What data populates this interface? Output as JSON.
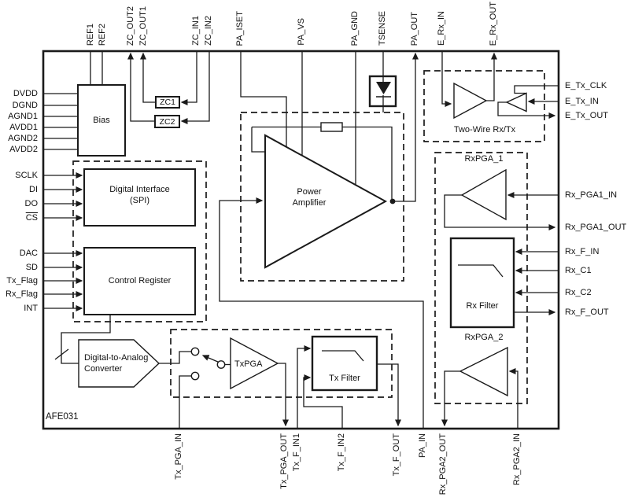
{
  "part_number": "AFE031",
  "colors": {
    "line": "#000000",
    "background": "#ffffff"
  },
  "pins": {
    "top": [
      "REF1",
      "REF2",
      "ZC_OUT2",
      "ZC_OUT1",
      "ZC_IN1",
      "ZC_IN2",
      "PA_ISET",
      "PA_VS",
      "PA_GND",
      "TSENSE",
      "PA_OUT",
      "E_Rx_IN",
      "E_Rx_OUT"
    ],
    "bottom": [
      "Tx_PGA_IN",
      "Tx_PGA_OUT",
      "Tx_F_IN1",
      "Tx_F_IN2",
      "Tx_F_OUT",
      "PA_IN",
      "Rx_PGA2_OUT",
      "Rx_PGA2_IN"
    ],
    "left": [
      "DVDD",
      "DGND",
      "AGND1",
      "AVDD1",
      "AGND2",
      "AVDD2",
      "SCLK",
      "DI",
      "DO",
      "CS",
      "DAC",
      "SD",
      "Tx_Flag",
      "Rx_Flag",
      "INT"
    ],
    "right": [
      "E_Tx_CLK",
      "E_Tx_IN",
      "E_Tx_OUT",
      "Rx_PGA1_IN",
      "Rx_PGA1_OUT",
      "Rx_F_IN",
      "Rx_C1",
      "Rx_C2",
      "Rx_F_OUT"
    ]
  },
  "blocks": {
    "bias": "Bias",
    "zc1": "ZC1",
    "zc2": "ZC2",
    "digital_interface": {
      "line1": "Digital Interface",
      "line2": "(SPI)"
    },
    "control_register": "Control Register",
    "dac": {
      "line1": "Digital-to-Analog",
      "line2": "Converter"
    },
    "txpga": "TxPGA",
    "tx_filter": "Tx Filter",
    "power_amplifier": {
      "line1": "Power",
      "line2": "Amplifier"
    },
    "two_wire": "Two-Wire Rx/Tx",
    "rxpga1": "RxPGA_1",
    "rx_filter": "Rx Filter",
    "rxpga2": "RxPGA_2"
  }
}
